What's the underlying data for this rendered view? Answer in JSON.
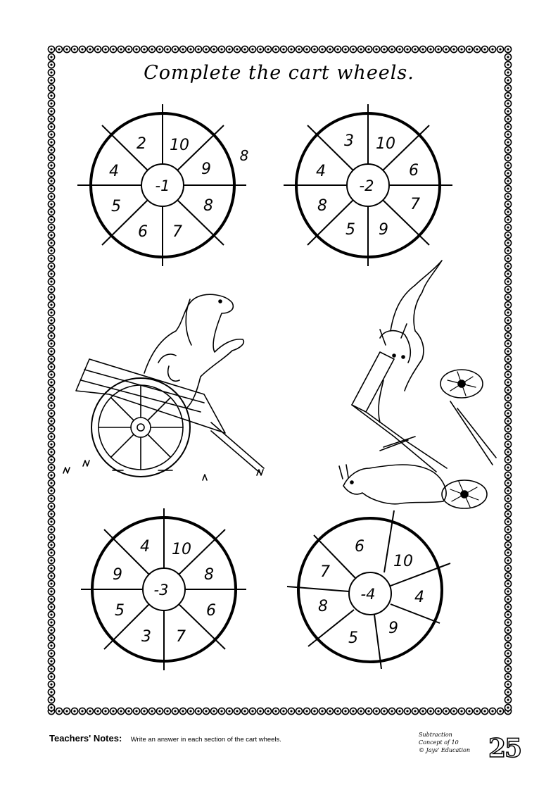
{
  "title": "Complete the cart wheels.",
  "stray_mark": "8",
  "wheels": [
    {
      "center": "-1",
      "numbers": [
        "2",
        "10",
        "9",
        "8",
        "7",
        "6",
        "5",
        "4"
      ]
    },
    {
      "center": "-2",
      "numbers": [
        "3",
        "10",
        "6",
        "7",
        "9",
        "5",
        "8",
        "4"
      ]
    },
    {
      "center": "-3",
      "numbers": [
        "4",
        "10",
        "8",
        "6",
        "7",
        "3",
        "5",
        "9"
      ]
    },
    {
      "center": "-4",
      "numbers": [
        "6",
        "10",
        "4",
        "9",
        "5",
        "8",
        "7"
      ]
    }
  ],
  "notes": {
    "label": "Teachers' Notes:",
    "text": "Write an answer in each section of the cart wheels."
  },
  "credits": {
    "line1": "Subtraction",
    "line2": "Concept of 10",
    "line3": "© Jays' Education"
  },
  "page_number": "25"
}
